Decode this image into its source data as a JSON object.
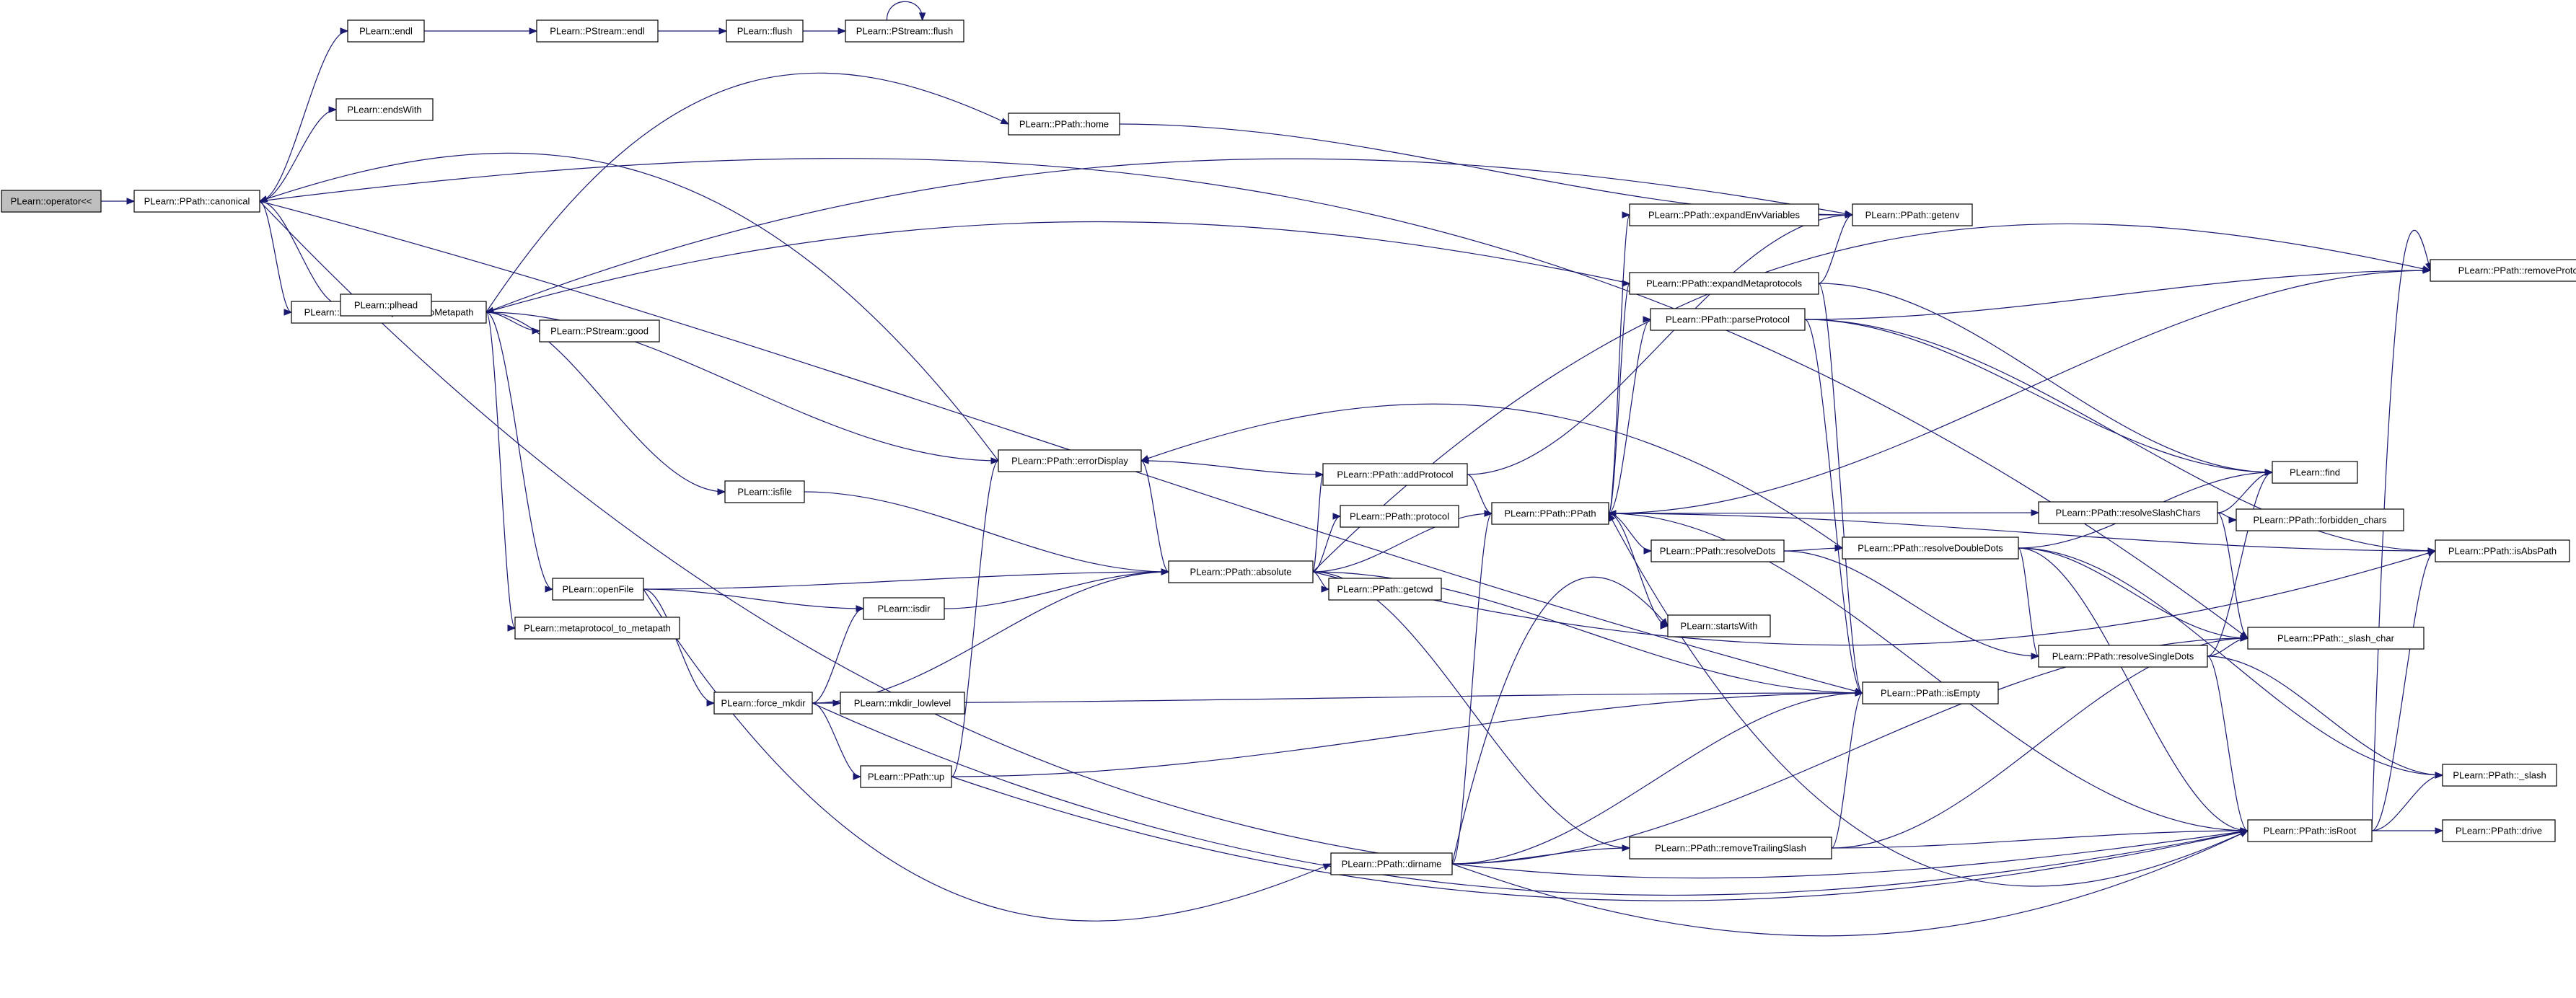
{
  "diagram": {
    "root_node": "op",
    "colors": {
      "edge": "#191970",
      "node_border": "#000000",
      "root_fill": "#bfbfbf",
      "node_fill": "#ffffff"
    },
    "nodes": [
      {
        "id": "op",
        "label": "PLearn::operator<<"
      },
      {
        "id": "canonical",
        "label": "PLearn::PPath::canonical"
      },
      {
        "id": "endl",
        "label": "PLearn::endl"
      },
      {
        "id": "pendl",
        "label": "PLearn::PStream::endl"
      },
      {
        "id": "flush",
        "label": "PLearn::flush"
      },
      {
        "id": "pflush",
        "label": "PLearn::PStream::flush"
      },
      {
        "id": "endsWith",
        "label": "PLearn::endsWith"
      },
      {
        "id": "home",
        "label": "PLearn::PPath::home"
      },
      {
        "id": "m2m",
        "label": "PLearn::PPath::metaprotocolToMetapath"
      },
      {
        "id": "good",
        "label": "PLearn::PStream::good"
      },
      {
        "id": "plhead",
        "label": "PLearn::plhead"
      },
      {
        "id": "isfile",
        "label": "PLearn::isfile"
      },
      {
        "id": "openFile",
        "label": "PLearn::openFile"
      },
      {
        "id": "mp2mp",
        "label": "PLearn::metaprotocol_to_metapath"
      },
      {
        "id": "errorDisplay",
        "label": "PLearn::PPath::errorDisplay"
      },
      {
        "id": "isdir",
        "label": "PLearn::isdir"
      },
      {
        "id": "force_mkdir",
        "label": "PLearn::force_mkdir"
      },
      {
        "id": "mkdir_ll",
        "label": "PLearn::mkdir_lowlevel"
      },
      {
        "id": "up",
        "label": "PLearn::PPath::up"
      },
      {
        "id": "absolute",
        "label": "PLearn::PPath::absolute"
      },
      {
        "id": "addProtocol",
        "label": "PLearn::PPath::addProtocol"
      },
      {
        "id": "protocol",
        "label": "PLearn::PPath::protocol"
      },
      {
        "id": "getcwd",
        "label": "PLearn::PPath::getcwd"
      },
      {
        "id": "dirname",
        "label": "PLearn::PPath::dirname"
      },
      {
        "id": "expandEnv",
        "label": "PLearn::PPath::expandEnvVariables"
      },
      {
        "id": "getenv",
        "label": "PLearn::PPath::getenv"
      },
      {
        "id": "expandMeta",
        "label": "PLearn::PPath::expandMetaprotocols"
      },
      {
        "id": "parseProtocol",
        "label": "PLearn::PPath::parseProtocol"
      },
      {
        "id": "PPath",
        "label": "PLearn::PPath::PPath"
      },
      {
        "id": "resolveDots",
        "label": "PLearn::PPath::resolveDots"
      },
      {
        "id": "startsWith",
        "label": "PLearn::startsWith"
      },
      {
        "id": "isEmpty",
        "label": "PLearn::PPath::isEmpty"
      },
      {
        "id": "removeTrailing",
        "label": "PLearn::PPath::removeTrailingSlash"
      },
      {
        "id": "resolveDouble",
        "label": "PLearn::PPath::resolveDoubleDots"
      },
      {
        "id": "resolveSlash",
        "label": "PLearn::PPath::resolveSlashChars"
      },
      {
        "id": "resolveSingle",
        "label": "PLearn::PPath::resolveSingleDots"
      },
      {
        "id": "find",
        "label": "PLearn::find"
      },
      {
        "id": "forbidden",
        "label": "PLearn::PPath::forbidden_chars"
      },
      {
        "id": "slash_char",
        "label": "PLearn::PPath::_slash_char"
      },
      {
        "id": "slash",
        "label": "PLearn::PPath::_slash"
      },
      {
        "id": "isRoot",
        "label": "PLearn::PPath::isRoot"
      },
      {
        "id": "drive",
        "label": "PLearn::PPath::drive"
      },
      {
        "id": "removeProtocol",
        "label": "PLearn::PPath::removeProtocol"
      },
      {
        "id": "isAbsPath",
        "label": "PLearn::PPath::isAbsPath"
      }
    ],
    "edges": [
      {
        "from": "op",
        "to": "canonical"
      },
      {
        "from": "canonical",
        "to": "endl"
      },
      {
        "from": "canonical",
        "to": "endsWith"
      },
      {
        "from": "canonical",
        "to": "m2m"
      },
      {
        "from": "canonical",
        "to": "plhead"
      },
      {
        "from": "canonical",
        "to": "slash_char"
      },
      {
        "from": "canonical",
        "to": "isEmpty"
      },
      {
        "from": "canonical",
        "to": "isRoot"
      },
      {
        "from": "endl",
        "to": "pendl"
      },
      {
        "from": "pendl",
        "to": "flush"
      },
      {
        "from": "flush",
        "to": "pflush"
      },
      {
        "from": "pflush",
        "to": "pflush"
      },
      {
        "from": "m2m",
        "to": "good"
      },
      {
        "from": "m2m",
        "to": "home"
      },
      {
        "from": "m2m",
        "to": "getenv"
      },
      {
        "from": "m2m",
        "to": "errorDisplay"
      },
      {
        "from": "m2m",
        "to": "isfile"
      },
      {
        "from": "m2m",
        "to": "openFile"
      },
      {
        "from": "m2m",
        "to": "mp2mp"
      },
      {
        "from": "home",
        "to": "getenv"
      },
      {
        "from": "isfile",
        "to": "absolute"
      },
      {
        "from": "openFile",
        "to": "absolute"
      },
      {
        "from": "openFile",
        "to": "isdir"
      },
      {
        "from": "openFile",
        "to": "force_mkdir"
      },
      {
        "from": "openFile",
        "to": "dirname"
      },
      {
        "from": "isdir",
        "to": "absolute"
      },
      {
        "from": "force_mkdir",
        "to": "isdir"
      },
      {
        "from": "force_mkdir",
        "to": "mkdir_ll"
      },
      {
        "from": "force_mkdir",
        "to": "up"
      },
      {
        "from": "force_mkdir",
        "to": "absolute"
      },
      {
        "from": "force_mkdir",
        "to": "isEmpty"
      },
      {
        "from": "force_mkdir",
        "to": "isRoot"
      },
      {
        "from": "up",
        "to": "errorDisplay"
      },
      {
        "from": "up",
        "to": "isEmpty"
      },
      {
        "from": "up",
        "to": "isRoot"
      },
      {
        "from": "errorDisplay",
        "to": "canonical"
      },
      {
        "from": "errorDisplay",
        "to": "absolute"
      },
      {
        "from": "absolute",
        "to": "addProtocol"
      },
      {
        "from": "absolute",
        "to": "protocol"
      },
      {
        "from": "absolute",
        "to": "getcwd"
      },
      {
        "from": "absolute",
        "to": "PPath"
      },
      {
        "from": "absolute",
        "to": "isEmpty"
      },
      {
        "from": "absolute",
        "to": "removeTrailing"
      },
      {
        "from": "absolute",
        "to": "isAbsPath"
      },
      {
        "from": "absolute",
        "to": "removeProtocol"
      },
      {
        "from": "addProtocol",
        "to": "errorDisplay"
      },
      {
        "from": "addProtocol",
        "to": "PPath"
      },
      {
        "from": "addProtocol",
        "to": "getenv"
      },
      {
        "from": "dirname",
        "to": "PPath"
      },
      {
        "from": "dirname",
        "to": "removeTrailing"
      },
      {
        "from": "dirname",
        "to": "isEmpty"
      },
      {
        "from": "dirname",
        "to": "slash_char"
      },
      {
        "from": "dirname",
        "to": "isRoot"
      },
      {
        "from": "dirname",
        "to": "startsWith"
      },
      {
        "from": "PPath",
        "to": "expandEnv"
      },
      {
        "from": "PPath",
        "to": "expandMeta"
      },
      {
        "from": "PPath",
        "to": "parseProtocol"
      },
      {
        "from": "PPath",
        "to": "resolveDots"
      },
      {
        "from": "PPath",
        "to": "startsWith"
      },
      {
        "from": "PPath",
        "to": "resolveSlash"
      },
      {
        "from": "PPath",
        "to": "isRoot"
      },
      {
        "from": "expandEnv",
        "to": "getenv"
      },
      {
        "from": "expandMeta",
        "to": "getenv"
      },
      {
        "from": "expandMeta",
        "to": "isEmpty"
      },
      {
        "from": "expandMeta",
        "to": "find"
      },
      {
        "from": "expandMeta",
        "to": "m2m"
      },
      {
        "from": "parseProtocol",
        "to": "removeProtocol"
      },
      {
        "from": "parseProtocol",
        "to": "isEmpty"
      },
      {
        "from": "parseProtocol",
        "to": "find"
      },
      {
        "from": "parseProtocol",
        "to": "isAbsPath"
      },
      {
        "from": "resolveDots",
        "to": "resolveDouble"
      },
      {
        "from": "resolveDots",
        "to": "resolveSingle"
      },
      {
        "from": "resolveDouble",
        "to": "errorDisplay"
      },
      {
        "from": "resolveDouble",
        "to": "find"
      },
      {
        "from": "resolveDouble",
        "to": "slash_char"
      },
      {
        "from": "resolveDouble",
        "to": "slash"
      },
      {
        "from": "resolveDouble",
        "to": "isRoot"
      },
      {
        "from": "resolveDouble",
        "to": "resolveSingle"
      },
      {
        "from": "resolveSlash",
        "to": "find"
      },
      {
        "from": "resolveSlash",
        "to": "forbidden"
      },
      {
        "from": "resolveSlash",
        "to": "slash_char"
      },
      {
        "from": "resolveSingle",
        "to": "find"
      },
      {
        "from": "resolveSingle",
        "to": "slash_char"
      },
      {
        "from": "resolveSingle",
        "to": "slash"
      },
      {
        "from": "resolveSingle",
        "to": "isRoot"
      },
      {
        "from": "removeTrailing",
        "to": "isEmpty"
      },
      {
        "from": "removeTrailing",
        "to": "slash_char"
      },
      {
        "from": "removeTrailing",
        "to": "isRoot"
      },
      {
        "from": "isRoot",
        "to": "drive"
      },
      {
        "from": "isRoot",
        "to": "slash"
      },
      {
        "from": "isRoot",
        "to": "isAbsPath"
      },
      {
        "from": "isRoot",
        "to": "removeProtocol"
      },
      {
        "from": "isRoot",
        "to": "PPath"
      },
      {
        "from": "removeProtocol",
        "to": "PPath"
      },
      {
        "from": "isAbsPath",
        "to": "PPath"
      }
    ]
  }
}
